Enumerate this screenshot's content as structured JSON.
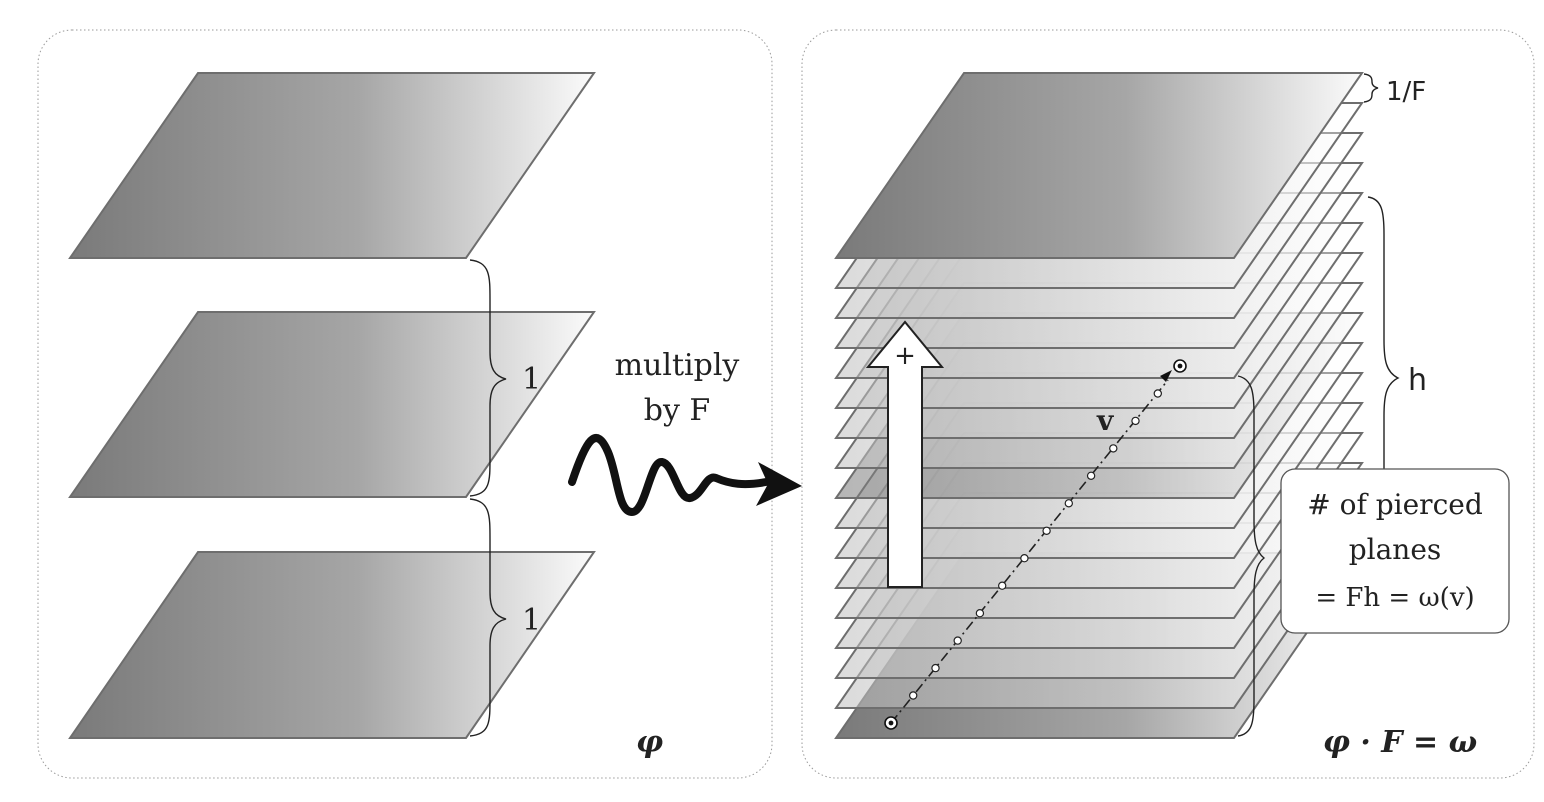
{
  "left": {
    "brace_label_upper": "1",
    "brace_label_lower": "1",
    "symbol": "φ"
  },
  "middle": {
    "line1": "multiply",
    "line2": "by F"
  },
  "right": {
    "top_spacing_label": "1/F",
    "height_label": "h",
    "vector_label": "v",
    "arrow_sign": "+",
    "callout_line1": "# of pierced",
    "callout_line2": "planes",
    "callout_line3": "= Fh = ω(v)",
    "equation": "φ · F = ω"
  },
  "colors": {
    "plane_dark": "#7a7a7a",
    "plane_light": "#fafafa",
    "panel_border": "#9a9a9a",
    "ink": "#222222"
  }
}
